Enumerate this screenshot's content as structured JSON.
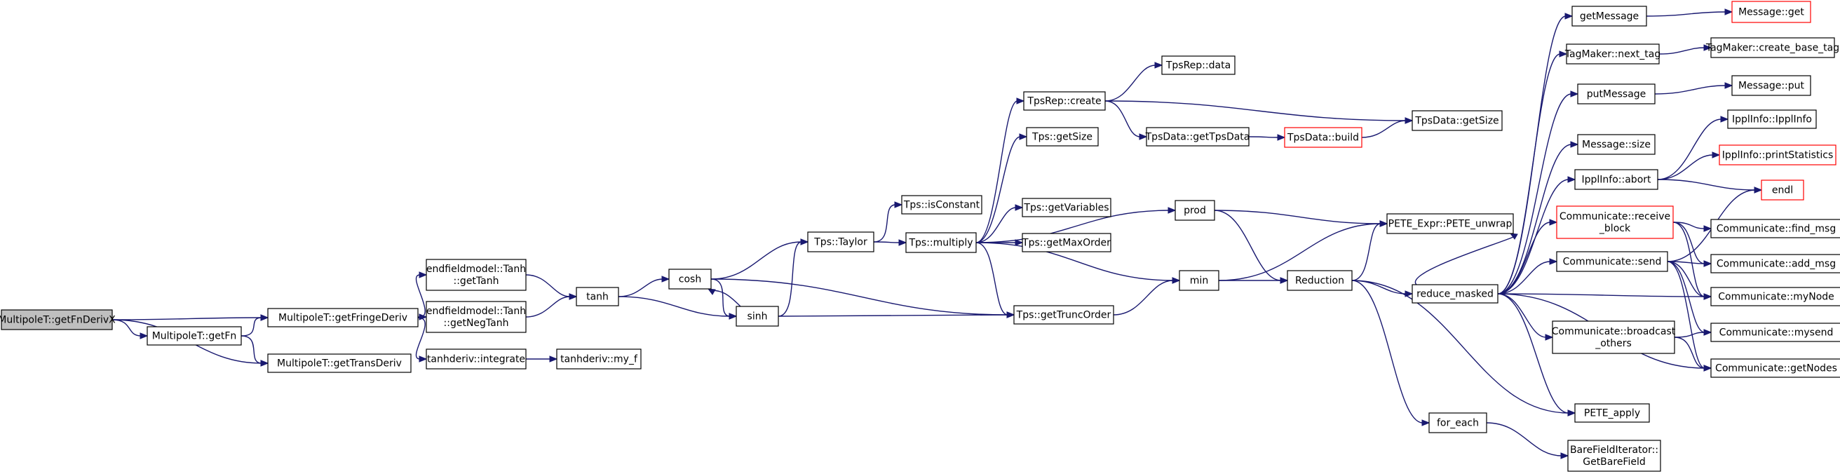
{
  "graph": {
    "colors": {
      "edge": "#191970",
      "node_border": "#000000",
      "highlight_border": "#ff0000",
      "root_fill": "#bfbfbf",
      "node_fill": "#ffffff"
    },
    "nodes": [
      {
        "id": "getFnDerivX",
        "lines": [
          "MultipoleT::getFnDerivX"
        ],
        "kind": "root"
      },
      {
        "id": "getFn",
        "lines": [
          "MultipoleT::getFn"
        ],
        "kind": "normal"
      },
      {
        "id": "getFringeDeriv",
        "lines": [
          "MultipoleT::getFringeDeriv"
        ],
        "kind": "normal"
      },
      {
        "id": "getTransDeriv",
        "lines": [
          "MultipoleT::getTransDeriv"
        ],
        "kind": "normal"
      },
      {
        "id": "getTanh",
        "lines": [
          "endfieldmodel::Tanh",
          "::getTanh"
        ],
        "kind": "normal"
      },
      {
        "id": "getNegTanh",
        "lines": [
          "endfieldmodel::Tanh",
          "::getNegTanh"
        ],
        "kind": "normal"
      },
      {
        "id": "integrate",
        "lines": [
          "tanhderiv::integrate"
        ],
        "kind": "normal"
      },
      {
        "id": "my_f",
        "lines": [
          "tanhderiv::my_f"
        ],
        "kind": "normal"
      },
      {
        "id": "tanh",
        "lines": [
          "tanh"
        ],
        "kind": "normal"
      },
      {
        "id": "cosh",
        "lines": [
          "cosh"
        ],
        "kind": "normal"
      },
      {
        "id": "sinh",
        "lines": [
          "sinh"
        ],
        "kind": "normal"
      },
      {
        "id": "taylor",
        "lines": [
          "Tps::Taylor"
        ],
        "kind": "normal"
      },
      {
        "id": "isConstant",
        "lines": [
          "Tps::isConstant"
        ],
        "kind": "normal"
      },
      {
        "id": "multiply",
        "lines": [
          "Tps::multiply"
        ],
        "kind": "normal"
      },
      {
        "id": "tpsrepcreate",
        "lines": [
          "TpsRep::create"
        ],
        "kind": "normal"
      },
      {
        "id": "tpsrepdata",
        "lines": [
          "TpsRep::data"
        ],
        "kind": "normal"
      },
      {
        "id": "tpsgetsize",
        "lines": [
          "Tps::getSize"
        ],
        "kind": "normal"
      },
      {
        "id": "getVariables",
        "lines": [
          "Tps::getVariables"
        ],
        "kind": "normal"
      },
      {
        "id": "getMaxOrder",
        "lines": [
          "Tps::getMaxOrder"
        ],
        "kind": "normal"
      },
      {
        "id": "getTruncOrder",
        "lines": [
          "Tps::getTruncOrder"
        ],
        "kind": "normal"
      },
      {
        "id": "getTpsData",
        "lines": [
          "TpsData::getTpsData"
        ],
        "kind": "normal"
      },
      {
        "id": "tpsdatabuild",
        "lines": [
          "TpsData::build"
        ],
        "kind": "highlight"
      },
      {
        "id": "tpsdatagetsize",
        "lines": [
          "TpsData::getSize"
        ],
        "kind": "normal"
      },
      {
        "id": "prod",
        "lines": [
          "prod"
        ],
        "kind": "normal"
      },
      {
        "id": "min",
        "lines": [
          "min"
        ],
        "kind": "normal"
      },
      {
        "id": "reduction",
        "lines": [
          "Reduction"
        ],
        "kind": "normal"
      },
      {
        "id": "unwrap",
        "lines": [
          "PETE_Expr::PETE_unwrap"
        ],
        "kind": "normal"
      },
      {
        "id": "reducemasked",
        "lines": [
          "reduce_masked"
        ],
        "kind": "normal"
      },
      {
        "id": "foreach",
        "lines": [
          "for_each"
        ],
        "kind": "normal"
      },
      {
        "id": "getBareField",
        "lines": [
          "BareFieldIterator::",
          "GetBareField"
        ],
        "kind": "normal"
      },
      {
        "id": "peteapply",
        "lines": [
          "PETE_apply"
        ],
        "kind": "normal"
      },
      {
        "id": "getMessage",
        "lines": [
          "getMessage"
        ],
        "kind": "normal"
      },
      {
        "id": "messageget",
        "lines": [
          "Message::get"
        ],
        "kind": "highlight"
      },
      {
        "id": "nexttag",
        "lines": [
          "TagMaker::next_tag"
        ],
        "kind": "normal"
      },
      {
        "id": "createbasetag",
        "lines": [
          "TagMaker::create_base_tag"
        ],
        "kind": "normal"
      },
      {
        "id": "putMessage",
        "lines": [
          "putMessage"
        ],
        "kind": "normal"
      },
      {
        "id": "messageput",
        "lines": [
          "Message::put"
        ],
        "kind": "normal"
      },
      {
        "id": "messagesize",
        "lines": [
          "Message::size"
        ],
        "kind": "normal"
      },
      {
        "id": "abort",
        "lines": [
          "IpplInfo::abort"
        ],
        "kind": "normal"
      },
      {
        "id": "ipplinfo",
        "lines": [
          "IpplInfo::IpplInfo"
        ],
        "kind": "normal"
      },
      {
        "id": "printStatistics",
        "lines": [
          "IpplInfo::printStatistics"
        ],
        "kind": "highlight"
      },
      {
        "id": "endl",
        "lines": [
          "endl"
        ],
        "kind": "highlight"
      },
      {
        "id": "receiveblock",
        "lines": [
          "Communicate::receive",
          "_block"
        ],
        "kind": "highlight"
      },
      {
        "id": "findmsg",
        "lines": [
          "Communicate::find_msg"
        ],
        "kind": "normal"
      },
      {
        "id": "send",
        "lines": [
          "Communicate::send"
        ],
        "kind": "normal"
      },
      {
        "id": "addmsg",
        "lines": [
          "Communicate::add_msg"
        ],
        "kind": "normal"
      },
      {
        "id": "myNode",
        "lines": [
          "Communicate::myNode"
        ],
        "kind": "normal"
      },
      {
        "id": "broadcast",
        "lines": [
          "Communicate::broadcast",
          "_others"
        ],
        "kind": "normal"
      },
      {
        "id": "mysend",
        "lines": [
          "Communicate::mysend"
        ],
        "kind": "normal"
      },
      {
        "id": "getNodes",
        "lines": [
          "Communicate::getNodes"
        ],
        "kind": "normal"
      }
    ],
    "edges": [
      [
        "getFnDerivX",
        "getFn"
      ],
      [
        "getFnDerivX",
        "getFringeDeriv"
      ],
      [
        "getFnDerivX",
        "getTransDeriv"
      ],
      [
        "getFn",
        "getFringeDeriv"
      ],
      [
        "getFn",
        "getTransDeriv"
      ],
      [
        "getFringeDeriv",
        "getTanh"
      ],
      [
        "getFringeDeriv",
        "getNegTanh"
      ],
      [
        "getFringeDeriv",
        "integrate"
      ],
      [
        "integrate",
        "my_f"
      ],
      [
        "getTanh",
        "tanh"
      ],
      [
        "getNegTanh",
        "tanh"
      ],
      [
        "tanh",
        "cosh"
      ],
      [
        "tanh",
        "sinh"
      ],
      [
        "cosh",
        "sinh"
      ],
      [
        "sinh",
        "cosh"
      ],
      [
        "cosh",
        "taylor"
      ],
      [
        "cosh",
        "getTruncOrder"
      ],
      [
        "sinh",
        "taylor"
      ],
      [
        "sinh",
        "getTruncOrder"
      ],
      [
        "taylor",
        "isConstant"
      ],
      [
        "taylor",
        "multiply"
      ],
      [
        "multiply",
        "tpsrepcreate"
      ],
      [
        "multiply",
        "tpsgetsize"
      ],
      [
        "multiply",
        "getVariables"
      ],
      [
        "multiply",
        "getMaxOrder"
      ],
      [
        "multiply",
        "getTruncOrder"
      ],
      [
        "multiply",
        "prod"
      ],
      [
        "multiply",
        "min"
      ],
      [
        "tpsrepcreate",
        "tpsrepdata"
      ],
      [
        "tpsrepcreate",
        "getTpsData"
      ],
      [
        "tpsrepcreate",
        "tpsdatagetsize"
      ],
      [
        "getTpsData",
        "tpsdatabuild"
      ],
      [
        "tpsdatabuild",
        "tpsdatagetsize"
      ],
      [
        "getTruncOrder",
        "min"
      ],
      [
        "prod",
        "unwrap"
      ],
      [
        "prod",
        "reduction"
      ],
      [
        "min",
        "unwrap"
      ],
      [
        "min",
        "reduction"
      ],
      [
        "reduction",
        "unwrap"
      ],
      [
        "reduction",
        "reducemasked"
      ],
      [
        "reduction",
        "foreach"
      ],
      [
        "reduction",
        "peteapply"
      ],
      [
        "foreach",
        "getBareField"
      ],
      [
        "reducemasked",
        "unwrap"
      ],
      [
        "reducemasked",
        "peteapply"
      ],
      [
        "reducemasked",
        "getMessage"
      ],
      [
        "reducemasked",
        "nexttag"
      ],
      [
        "reducemasked",
        "putMessage"
      ],
      [
        "reducemasked",
        "messagesize"
      ],
      [
        "reducemasked",
        "abort"
      ],
      [
        "reducemasked",
        "receiveblock"
      ],
      [
        "reducemasked",
        "send"
      ],
      [
        "reducemasked",
        "myNode"
      ],
      [
        "reducemasked",
        "broadcast"
      ],
      [
        "reducemasked",
        "getNodes"
      ],
      [
        "getMessage",
        "messageget"
      ],
      [
        "nexttag",
        "createbasetag"
      ],
      [
        "putMessage",
        "messageput"
      ],
      [
        "abort",
        "ipplinfo"
      ],
      [
        "abort",
        "printStatistics"
      ],
      [
        "abort",
        "endl"
      ],
      [
        "receiveblock",
        "findmsg"
      ],
      [
        "receiveblock",
        "addmsg"
      ],
      [
        "receiveblock",
        "myNode"
      ],
      [
        "send",
        "endl"
      ],
      [
        "send",
        "addmsg"
      ],
      [
        "send",
        "myNode"
      ],
      [
        "send",
        "mysend"
      ],
      [
        "send",
        "getNodes"
      ],
      [
        "broadcast",
        "mysend"
      ],
      [
        "broadcast",
        "getNodes"
      ]
    ]
  }
}
